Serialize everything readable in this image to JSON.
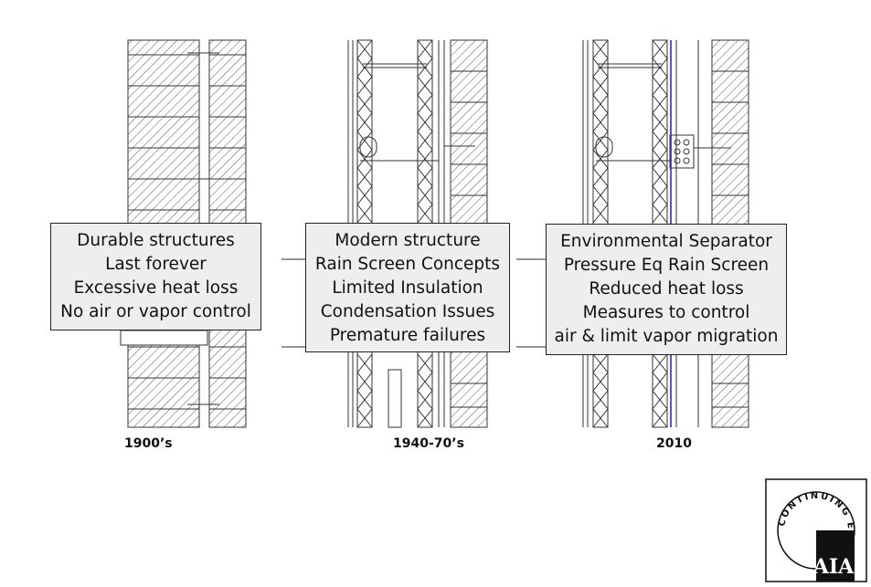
{
  "panels": [
    {
      "era": "1900’s",
      "notes": [
        "Durable structures",
        "Last forever",
        "Excessive heat loss",
        "No air or vapor control"
      ]
    },
    {
      "era": "1940-70’s",
      "notes": [
        "Modern structure",
        "Rain Screen Concepts",
        "Limited Insulation",
        "Condensation Issues",
        "Premature failures"
      ]
    },
    {
      "era": "2010",
      "notes": [
        "Environmental Separator",
        "Pressure Eq Rain Screen",
        "Reduced heat loss",
        "Measures to control",
        "air & limit vapor migration"
      ]
    }
  ],
  "logo": {
    "ring_text": "CONTINUING EDUCATION",
    "mark": "AIA"
  }
}
